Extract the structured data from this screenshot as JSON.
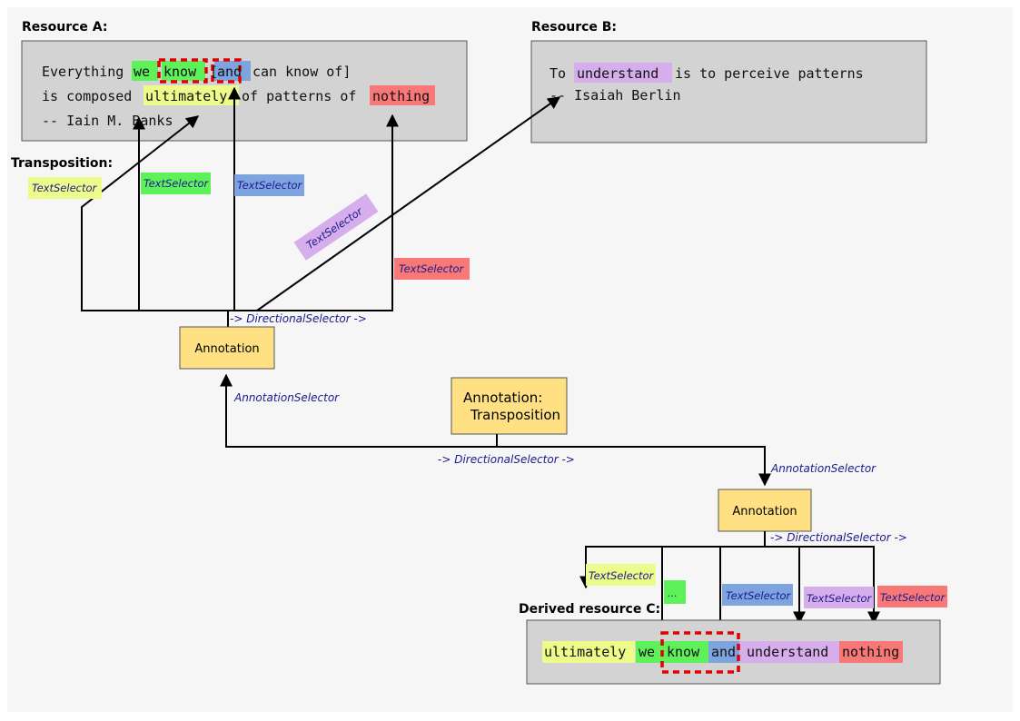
{
  "colors": {
    "yellow": "#ecfb8a",
    "green": "#5ef15a",
    "blue": "#7ea4e0",
    "red": "#f87878",
    "purple": "#d7aeec",
    "annotation": "#ffe184",
    "resource": "#d3d3d3",
    "selector_text": "#1a1a8c"
  },
  "resource_a": {
    "heading": "Resource A:",
    "line1": {
      "everything": "Everything ",
      "we": "we",
      "know": "know",
      "and": "and",
      "rest": "can know of]"
    },
    "line2": {
      "is_composed": "is composed",
      "ultimately": "ultimately",
      "rest": "of patterns of",
      "nothing": "nothing"
    },
    "line3": "-- Iain M. Banks"
  },
  "resource_b": {
    "heading": "Resource B:",
    "line1": {
      "to": "To ",
      "understand": "understand",
      "rest": "is to perceive patterns"
    },
    "line2": "-- Isaiah Berlin"
  },
  "transposition_heading": "Transposition:",
  "selectors": {
    "text_yellow": "TextSelector",
    "text_green": "TextSelector",
    "text_blue": "TextSelector",
    "text_purple": "TextSelector",
    "text_red": "TextSelector",
    "directional_top": "-> DirectionalSelector ->",
    "annotation_left": "AnnotationSelector",
    "directional_mid": "-> DirectionalSelector ->",
    "annotation_right": "AnnotationSelector",
    "directional_bottom": "-> DirectionalSelector ->",
    "c_text_yellow": "TextSelector",
    "c_ellipsis": "...",
    "c_text_blue": "TextSelector",
    "c_text_purple": "TextSelector",
    "c_text_red": "TextSelector"
  },
  "annotation_top": "Annotation",
  "annotation_transposition": {
    "line1": "Annotation:",
    "line2": "Transposition"
  },
  "annotation_bottom": "Annotation",
  "resource_c": {
    "heading": "Derived resource C:",
    "words": {
      "ultimately": "ultimately",
      "we": "we",
      "know": "know",
      "and": "and",
      "understand": "understand",
      "nothing": "nothing"
    }
  }
}
